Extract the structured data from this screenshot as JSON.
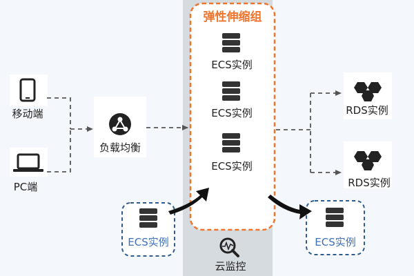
{
  "group": {
    "title": "弹性伸缩组",
    "instances": [
      "ECS实例",
      "ECS实例",
      "ECS实例"
    ]
  },
  "clients": {
    "mobile": "移动端",
    "pc": "PC端"
  },
  "load_balancer": {
    "label": "负载均衡"
  },
  "rds": [
    "RDS实例",
    "RDS实例"
  ],
  "ecs_in": {
    "label": "ECS实例"
  },
  "ecs_out": {
    "label": "ECS实例"
  },
  "monitor": {
    "label": "云监控"
  },
  "colors": {
    "group_border": "#f0742b",
    "dashed_box": "#2f5b8c",
    "panel": "#d6dbe0",
    "blue_text": "#3f6fb5"
  },
  "icons": [
    "phone-icon",
    "laptop-icon",
    "load-balancer-icon",
    "server-icon",
    "database-icon",
    "monitor-icon"
  ]
}
